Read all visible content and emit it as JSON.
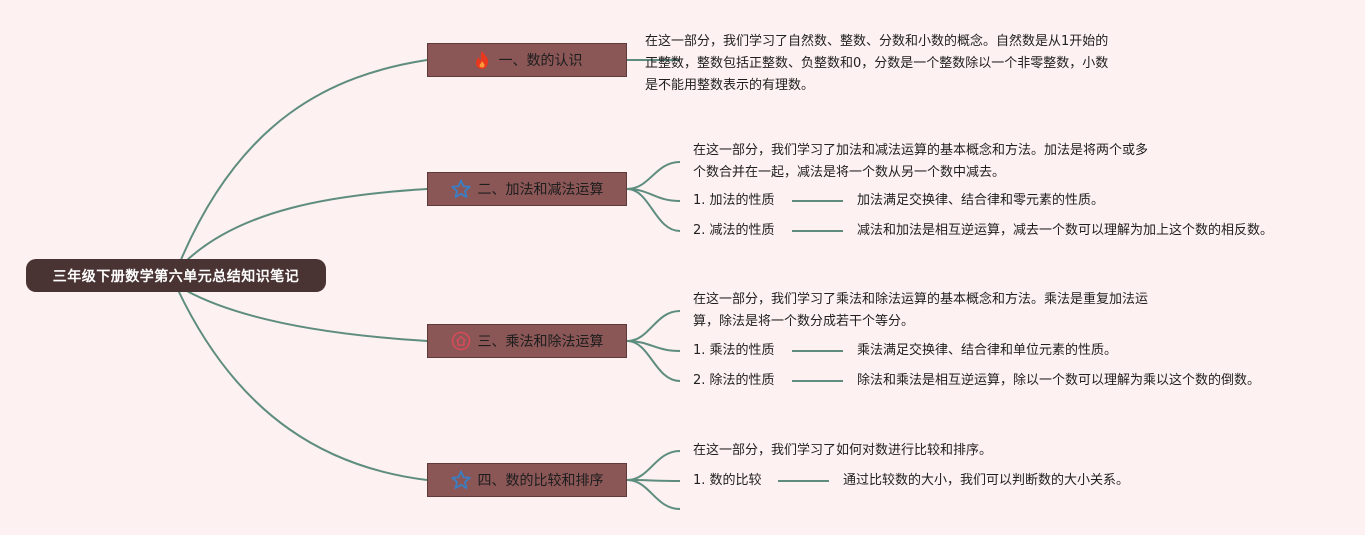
{
  "root": {
    "title": "三年级下册数学第六单元总结知识笔记"
  },
  "colors": {
    "background": "#fdf1f1",
    "root_fill": "#4a3333",
    "branch_fill": "#8a5656",
    "connector": "#5e8d7f"
  },
  "branches": [
    {
      "icon": "fire-icon",
      "label": "一、数的认识",
      "intro": [
        "在这一部分，我们学习了自然数、整数、分数和小数的概念。自然数是从1开始的",
        "正整数，整数包括正整数、负整数和0，分数是一个整数除以一个非零整数，小数",
        "是不能用整数表示的有理数。"
      ]
    },
    {
      "icon": "star-icon",
      "label": "二、加法和减法运算",
      "intro": [
        "在这一部分，我们学习了加法和减法运算的基本概念和方法。加法是将两个或多",
        "个数合并在一起，减法是将一个数从另一个数中减去。"
      ],
      "items": [
        {
          "label": "1. 加法的性质",
          "detail": "加法满足交换律、结合律和零元素的性质。"
        },
        {
          "label": "2. 减法的性质",
          "detail": "减法和加法是相互逆运算，减去一个数可以理解为加上这个数的相反数。"
        }
      ]
    },
    {
      "icon": "house-icon",
      "label": "三、乘法和除法运算",
      "intro": [
        "在这一部分，我们学习了乘法和除法运算的基本概念和方法。乘法是重复加法运",
        "算，除法是将一个数分成若干个等分。"
      ],
      "items": [
        {
          "label": "1. 乘法的性质",
          "detail": "乘法满足交换律、结合律和单位元素的性质。"
        },
        {
          "label": "2. 除法的性质",
          "detail": "除法和乘法是相互逆运算，除以一个数可以理解为乘以这个数的倒数。"
        }
      ]
    },
    {
      "icon": "star-icon",
      "label": "四、数的比较和排序",
      "intro": [
        "在这一部分，我们学习了如何对数进行比较和排序。"
      ],
      "items": [
        {
          "label": "1. 数的比较",
          "detail": "通过比较数的大小，我们可以判断数的大小关系。"
        }
      ]
    }
  ]
}
